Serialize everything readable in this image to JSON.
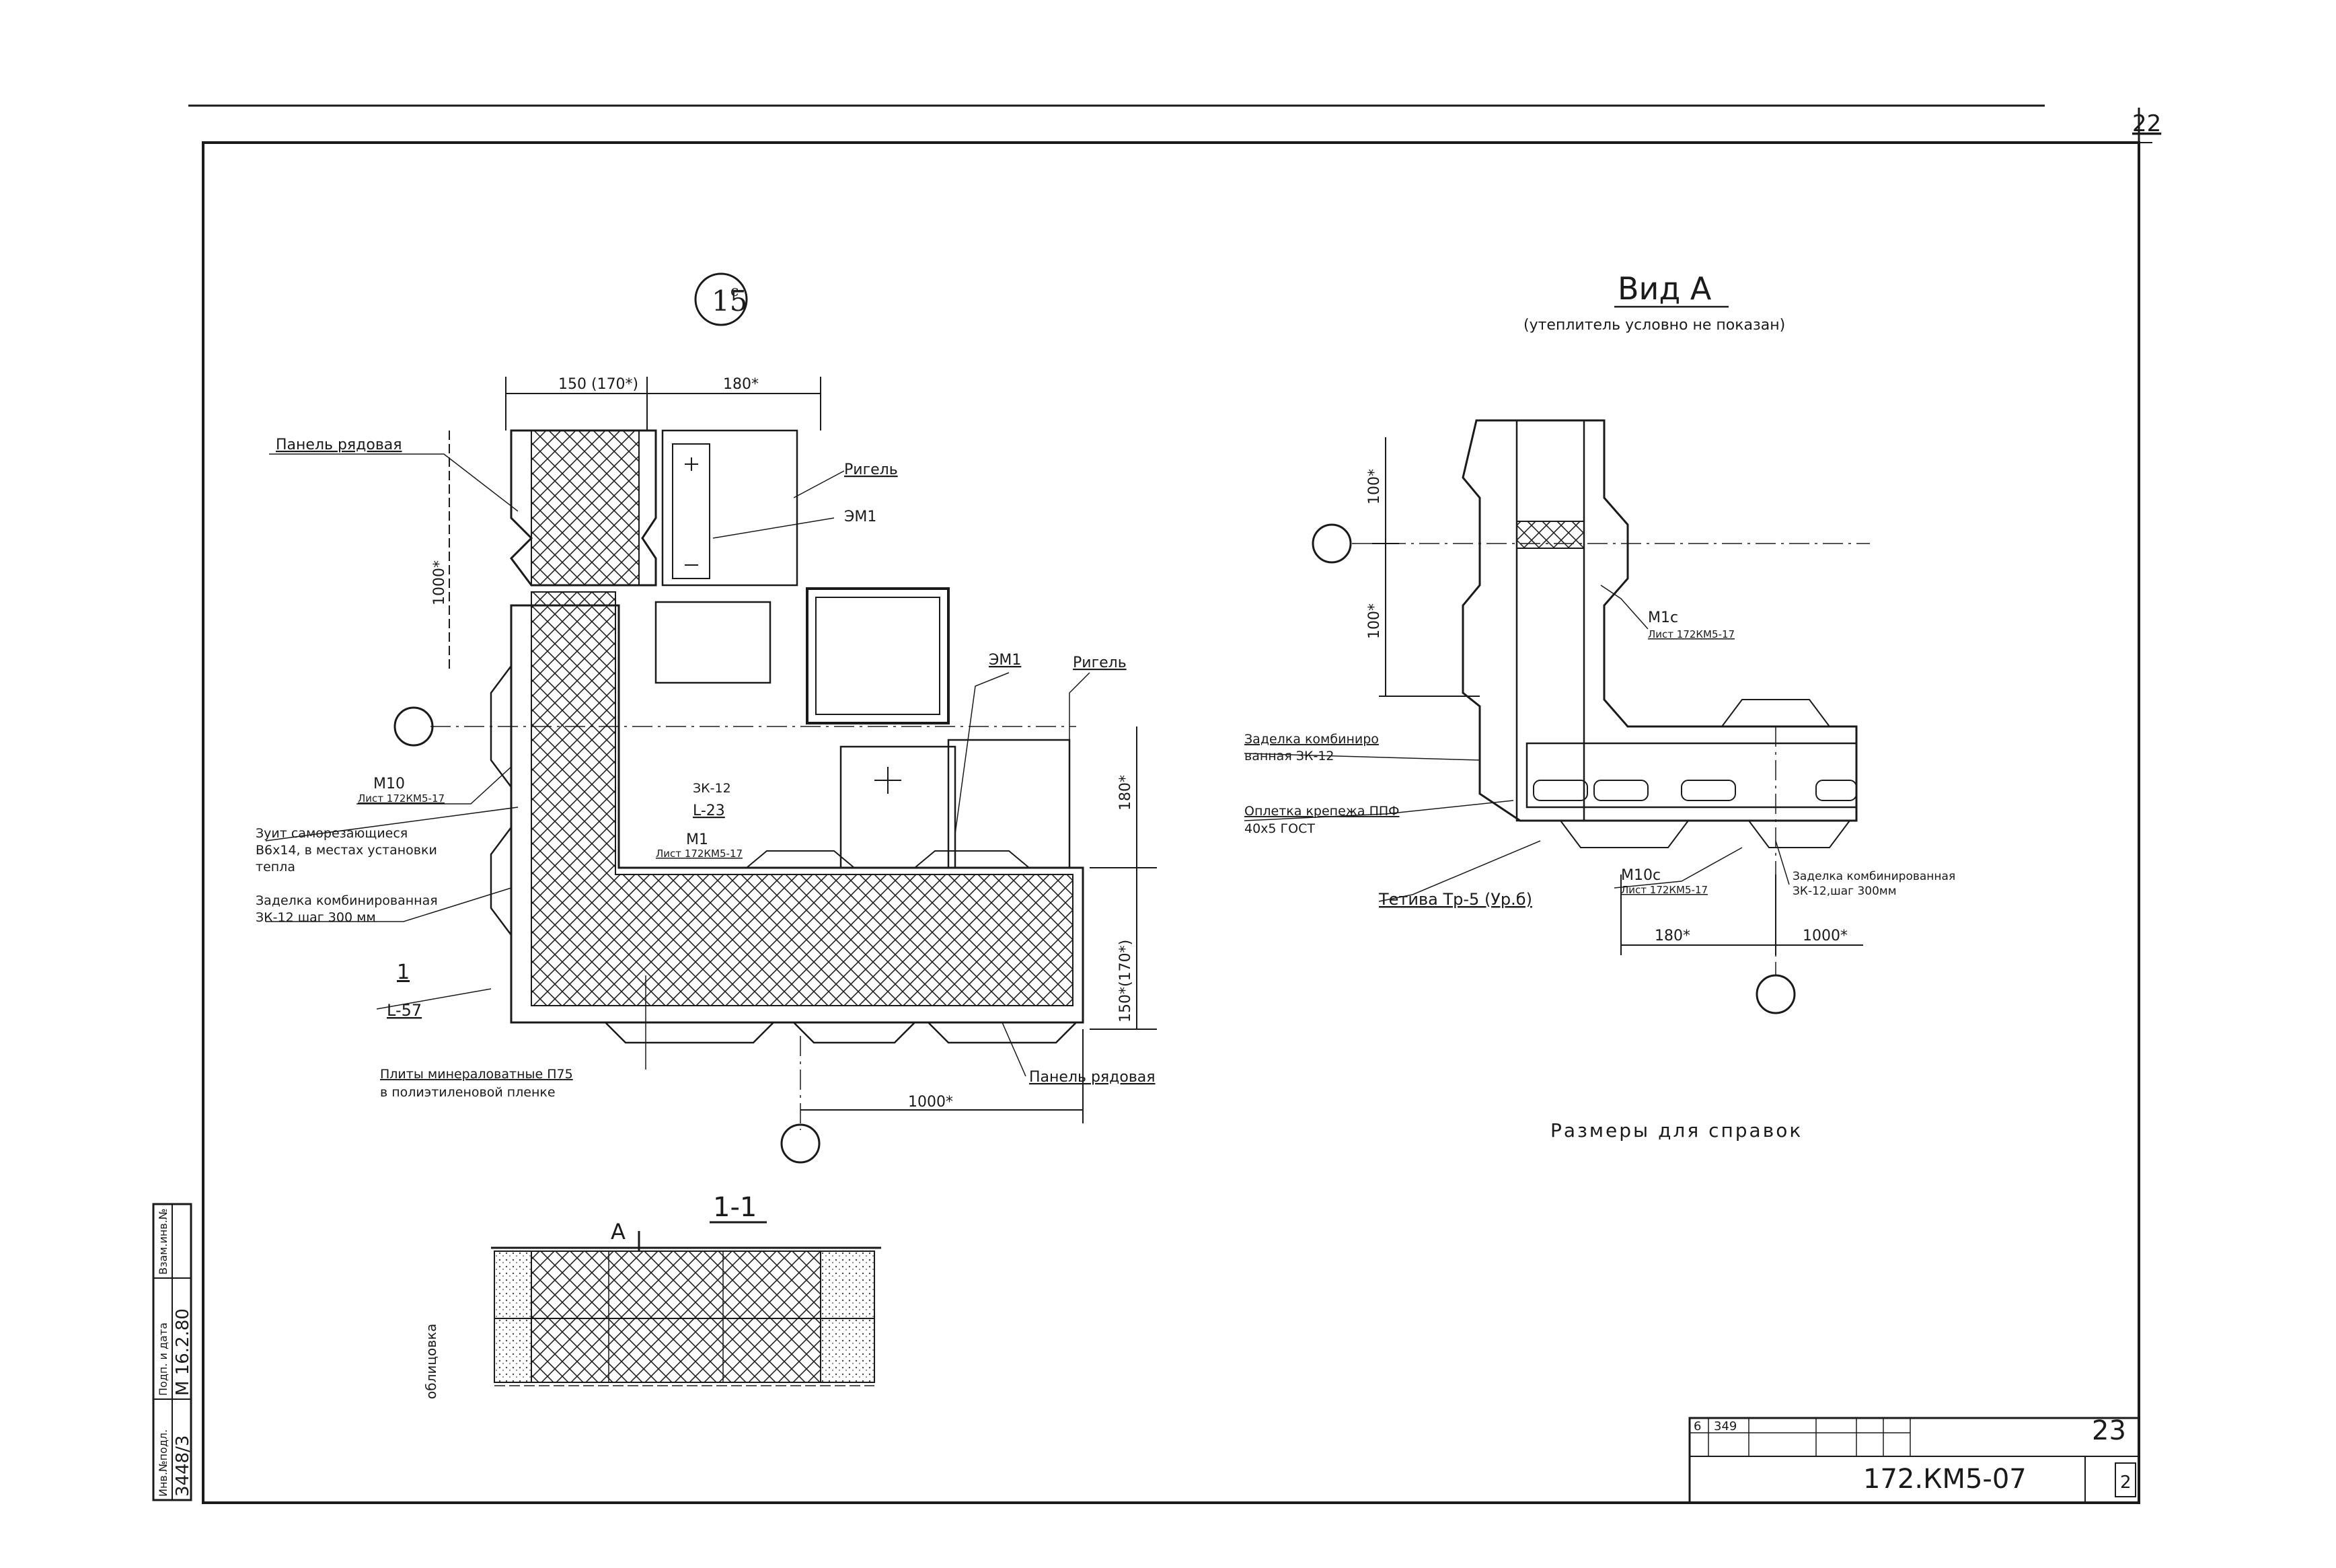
{
  "sheet": {
    "page_number_top": "22",
    "page_number_bottom": "23",
    "designation": "172.КМ5-07",
    "sheet_number": "2",
    "stamp_cells": [
      "6",
      "349",
      "",
      "",
      ""
    ]
  },
  "detail": {
    "marker": "15",
    "marker_sup": "с",
    "dims": {
      "top_left": "150 (170*)",
      "top_right": "180*",
      "left_vertical": "1000*",
      "right_upper": "180*",
      "right_lower": "150*(170*)",
      "bottom": "1000*"
    },
    "labels": {
      "panel_top": "Панель рядовая",
      "rigel_top": "Ригель",
      "em1_top": "ЭМ1",
      "em1_right": "ЭМ1",
      "rigel_right": "Ригель",
      "m10": "М10",
      "m10_ref": "Лист 172КМ5-17",
      "bolt": "Зуит саморезающиеся",
      "bolt2": "В6х14, в местах установки",
      "bolt3": "тепла",
      "sealant": "Заделка комбинированная",
      "sealant2": "ЗК-12 шаг 300 мм",
      "zk": "ЗК-12",
      "l23": "L-23",
      "m1": "М1",
      "m1_ref": "Лист 172КМ5-17",
      "cut_mark": "1",
      "l57": "L-57",
      "plates": "Плиты минераловатные П75",
      "plates2": "в полиэтиленовой пленке",
      "panel_bottom": "Панель рядовая"
    }
  },
  "section": {
    "title": "1-1",
    "view_mark": "А",
    "vertical_note": "облицовка"
  },
  "view_a": {
    "title": "Вид А",
    "subtitle": "(утеплитель условно не показан)",
    "dims": {
      "v1": "100*",
      "v2": "100*",
      "h1": "180*",
      "h2": "1000*"
    },
    "labels": {
      "m1": "М1с",
      "m1_ref": "Лист 172КМ5-17",
      "sealant": "Заделка комбиниро",
      "sealant2": "ванная ЗК-12",
      "gasket": "Оплетка крепежа ППФ",
      "gasket2": "40х5 ГОСТ",
      "tetiva": "Тетива Тр-5 (Ур.б)",
      "m10": "М10с",
      "m10_ref": "Лист 172КМ5-17",
      "sealant_b": "Заделка комбинированная",
      "sealant_b2": "ЗК-12,шаг 300мм"
    }
  },
  "note": "Размеры для справок",
  "side_stamp": [
    "Инв.№подл.",
    "Подп. и дата",
    "Взам.инв.№",
    "3448/3",
    "М 16.2.80"
  ],
  "colors": {
    "ink": "#1a1a1a",
    "paper": "#ffffff"
  }
}
